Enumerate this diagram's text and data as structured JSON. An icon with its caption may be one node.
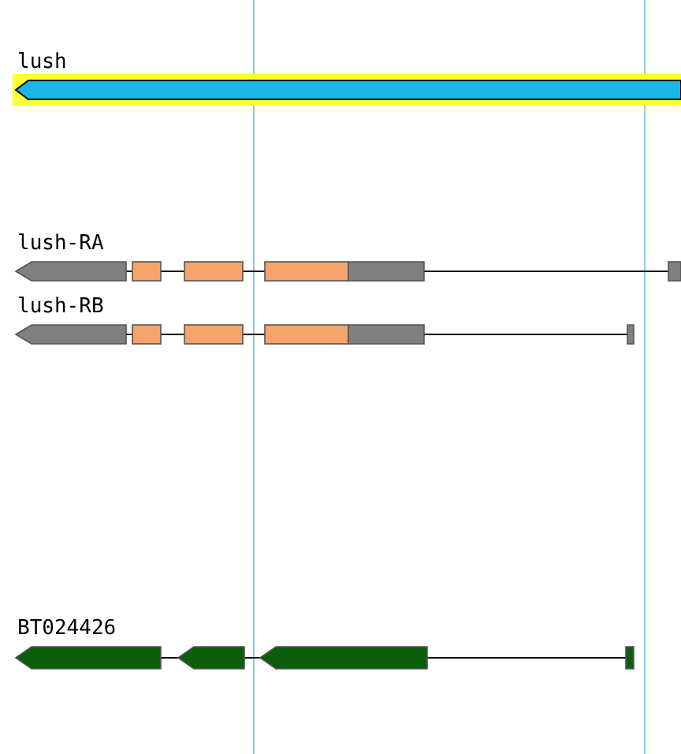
{
  "diagram": {
    "labels": [
      "lush",
      "lush-RA",
      "lush-RB",
      "BT024426"
    ]
  }
}
